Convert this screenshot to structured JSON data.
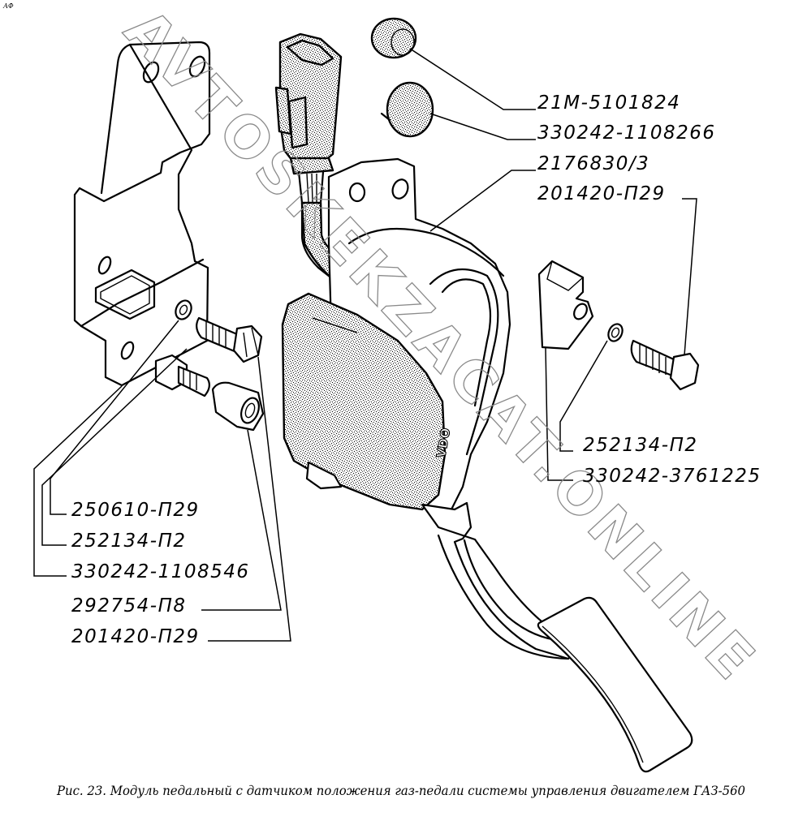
{
  "corner_mark": "АФ",
  "watermark": "AVTOSKEKZACAT.ONLINE",
  "caption": "Рис. 23. Модуль педальный с датчиком положения газ-педали системы управления двигателем ГАЗ-560",
  "connector_marking": "VDO",
  "labels_right": [
    {
      "text": "21М-5101824"
    },
    {
      "text": "330242-1108266"
    },
    {
      "text": "2176830/3"
    },
    {
      "text": "201420-П29"
    },
    {
      "text": "252134-П2"
    },
    {
      "text": "330242-3761225"
    }
  ],
  "labels_left": [
    {
      "text": "250610-П29"
    },
    {
      "text": "252134-П2"
    },
    {
      "text": "330242-1108546"
    },
    {
      "text": "292754-П8"
    },
    {
      "text": "201420-П29"
    }
  ]
}
